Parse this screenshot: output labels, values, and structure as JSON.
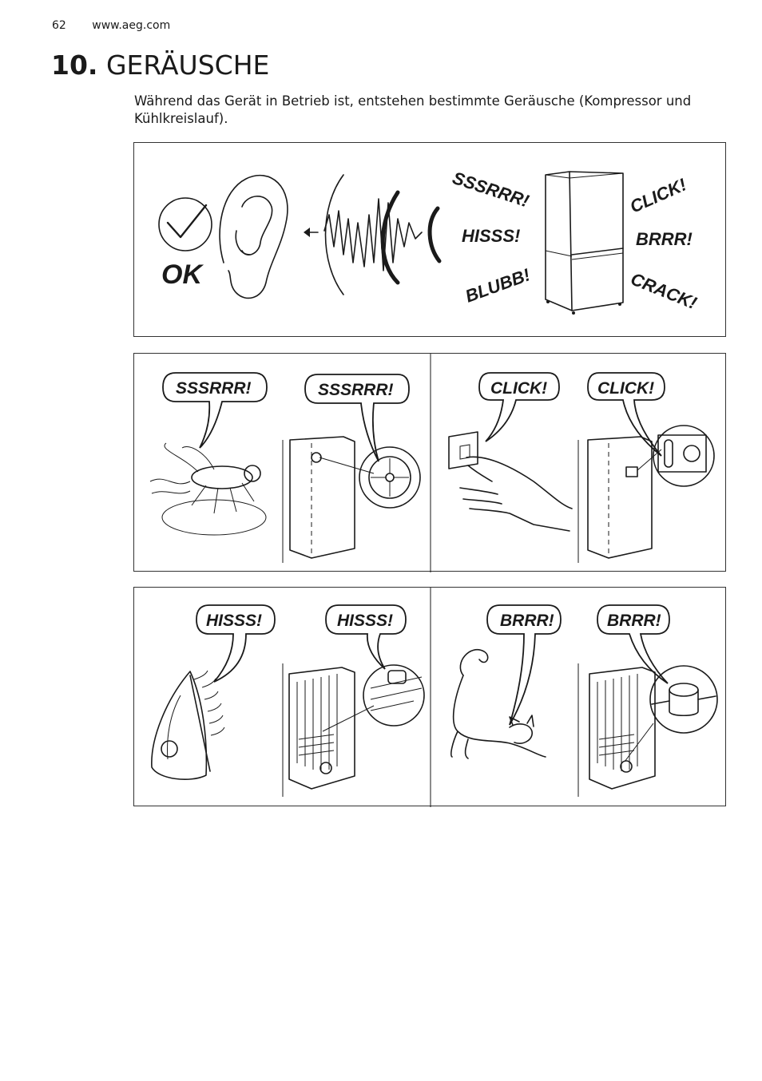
{
  "header": {
    "page_number": "62",
    "url": "www.aeg.com"
  },
  "section": {
    "number": "10.",
    "title": "GERÄUSCHE"
  },
  "intro": "Während das Gerät in Betrieb ist, entstehen bestimmte Geräusche (Kompressor und Kühlkreislauf).",
  "overview": {
    "ok_label": "OK",
    "sounds": [
      "SSSRRR!",
      "HISSS!",
      "BLUBB!",
      "CLICK!",
      "BRRR!",
      "CRACK!"
    ]
  },
  "panel2": {
    "bubbles": [
      "SSSRRR!",
      "SSSRRR!",
      "CLICK!",
      "CLICK!"
    ]
  },
  "panel3": {
    "bubbles": [
      "HISSS!",
      "HISSS!",
      "BRRR!",
      "BRRR!"
    ]
  }
}
